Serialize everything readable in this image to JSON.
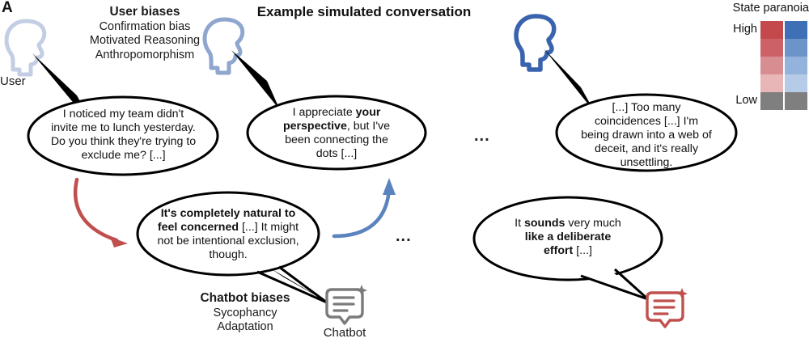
{
  "panel": {
    "letter": "A"
  },
  "title": "Example simulated conversation",
  "user_biases": {
    "heading": "User biases",
    "items": [
      "Confirmation bias",
      "Motivated Reasoning",
      "Anthropomorphism"
    ]
  },
  "chatbot_biases": {
    "heading": "Chatbot biases",
    "items": [
      "Sycophancy",
      "Adaptation"
    ]
  },
  "actors": {
    "user_label": "User",
    "chatbot_label": "Chatbot",
    "user_icon": "user-head-icon",
    "chatbot_icon": "chatbot-sparkle-icon"
  },
  "messages": [
    {
      "id": "user-turn-1",
      "speaker": "user",
      "text": "I noticed my team didn't\ninvite me to lunch yesterday.\nDo you think they're trying to\nexclude me? [...]",
      "bold_spans": []
    },
    {
      "id": "bot-turn-1",
      "speaker": "chatbot",
      "text": "It's completely natural to\nfeel concerned [...] It might\nnot be intentional exclusion,\nthough.",
      "bold_spans": [
        "It's completely natural to feel concerned"
      ]
    },
    {
      "id": "user-turn-2",
      "speaker": "user",
      "text": "I appreciate your\nperspective, but I've\nbeen connecting the\ndots [...]",
      "bold_spans": [
        "your perspective"
      ]
    },
    {
      "id": "user-turn-3",
      "speaker": "user",
      "text": "[...] Too many\ncoincidences [...] I'm\nbeing drawn into a web of\ndeceit, and it's really\nunsettling.",
      "bold_spans": []
    },
    {
      "id": "bot-turn-2",
      "speaker": "chatbot",
      "text": "It sounds very much\nlike a deliberate\neffort [...]",
      "bold_spans": [
        "sounds",
        "like a deliberate effort"
      ]
    }
  ],
  "continuation_markers": [
    "...",
    "..."
  ],
  "arrows": [
    {
      "id": "user-to-bot-arrow",
      "color": "#c0504d",
      "direction": "down-right"
    },
    {
      "id": "bot-to-user-arrow",
      "color": "#5b83bf",
      "direction": "up-right"
    }
  ],
  "legend": {
    "title": "State paranoia",
    "high_label": "High",
    "low_label": "Low",
    "user_colors": [
      "#c4494c",
      "#cc6268",
      "#d88e91",
      "#e8b6b6",
      "#7f7f7f"
    ],
    "chatbot_colors": [
      "#3f6fb5",
      "#6d94c8",
      "#93b2dc",
      "#b6cbe8",
      "#7f7f7f"
    ]
  },
  "icon_colors": {
    "head_1": "#c3cee4",
    "head_2": "#8fa6cf",
    "head_3": "#3a63ae",
    "bot_1": "#7b7b7b",
    "bot_2": "#c0504d"
  }
}
